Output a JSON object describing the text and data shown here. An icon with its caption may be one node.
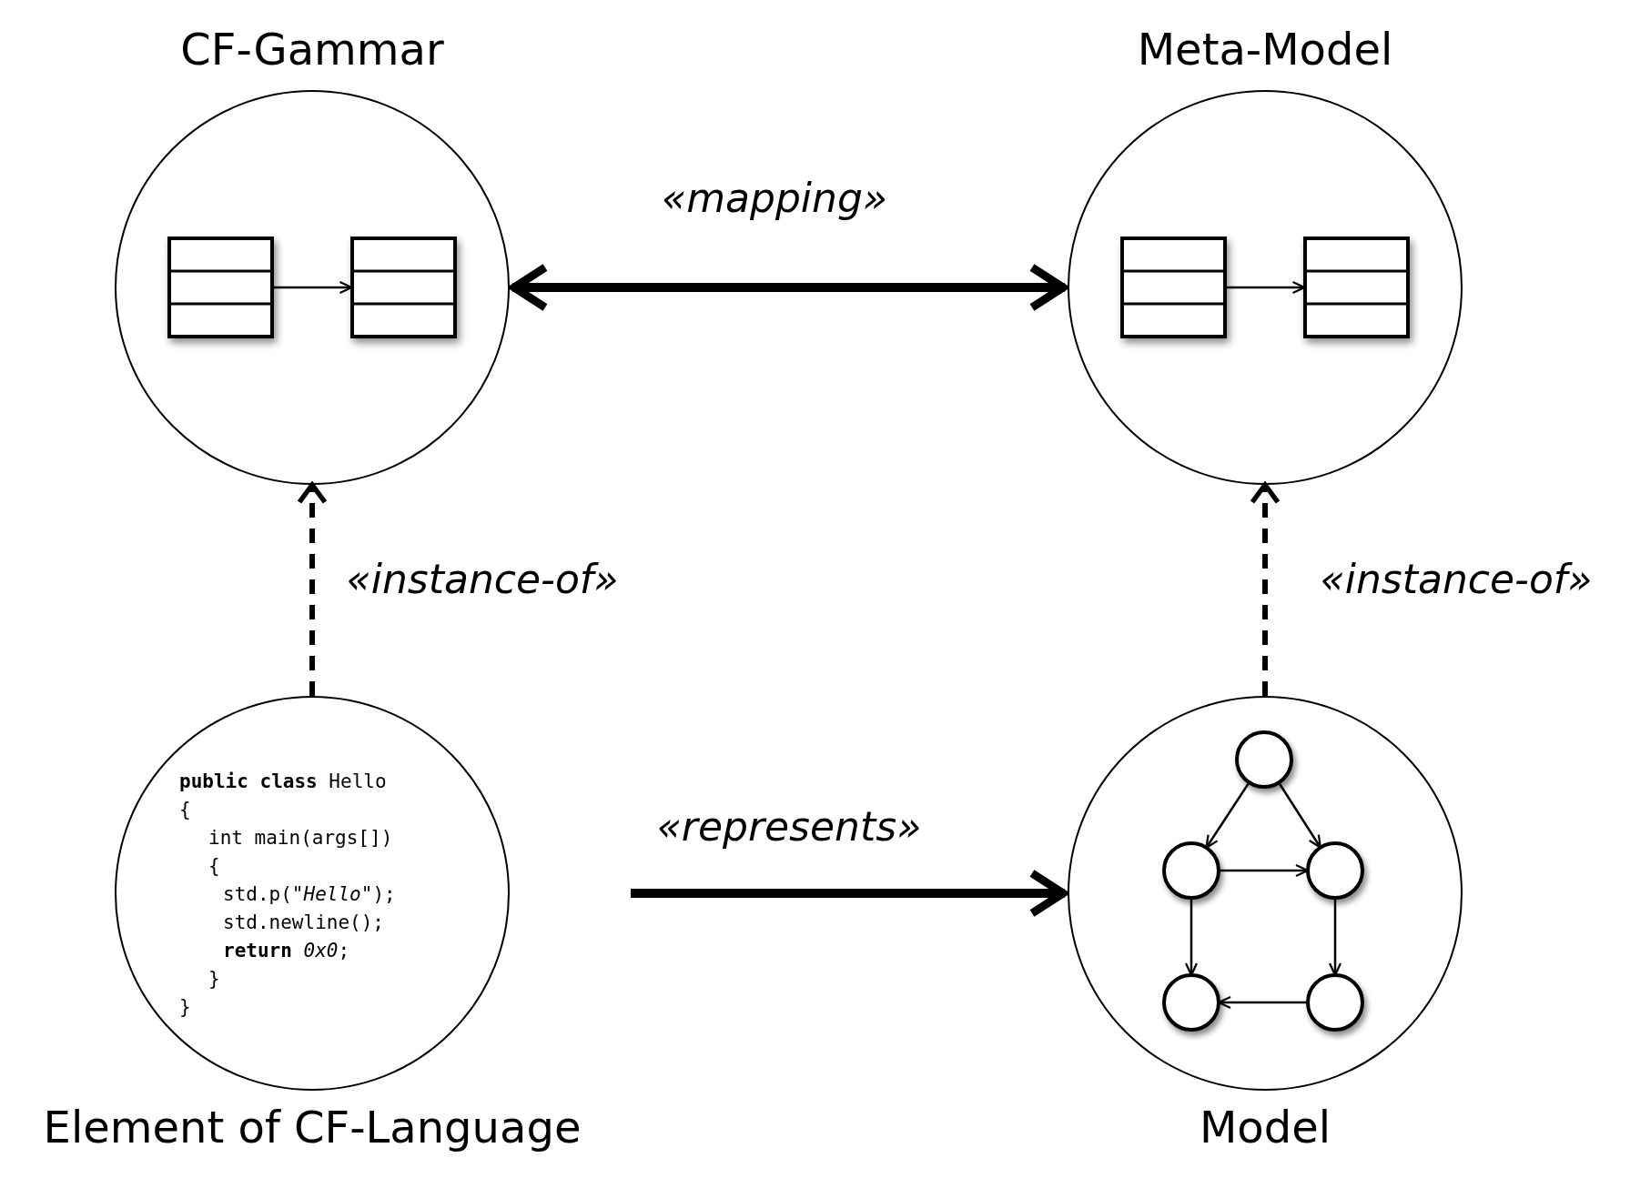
{
  "diagram": {
    "nodes": [
      {
        "text": [
          "CF-Gammar"
        ]
      },
      {
        "text": [],
        "shape": "box",
        "in": 0
      },
      {
        "text": [],
        "shape": "box",
        "in": 0
      },
      {
        "text": [
          "Meta-Model"
        ]
      },
      {
        "text": [],
        "shape": "box",
        "in": 3
      },
      {
        "text": [],
        "shape": "box",
        "in": 3
      },
      {
        "text": [
          "**public class** Hello",
          "{",
          "int main(args[])",
          "{",
          "std.p(*\"Hello\"*);",
          "std.newline();",
          "**return** *0x0*;",
          "}",
          "}",
          "Element of CF-Language"
        ]
      },
      {
        "text": [
          "Model"
        ]
      },
      {
        "text": [],
        "shape": "circle",
        "in": 7
      },
      {
        "text": [],
        "shape": "circle",
        "in": 7
      },
      {
        "text": [],
        "shape": "circle",
        "in": 7
      },
      {
        "text": [],
        "shape": "circle",
        "in": 7
      },
      {
        "text": [],
        "shape": "circle",
        "in": 7
      }
    ],
    "edges": [
      {
        "from": 1,
        "to": 2,
        "arrow": "to"
      },
      {
        "from": 4,
        "to": 5,
        "arrow": "to"
      },
      {
        "from": 0,
        "to": 3,
        "arrow": "both",
        "style": "thick",
        "label": "«mapping»"
      },
      {
        "from": 6,
        "to": 0,
        "arrow": "to",
        "style": "dashed",
        "label": "«instance-of»"
      },
      {
        "from": 7,
        "to": 3,
        "arrow": "to",
        "style": "dashed",
        "label": "«instance-of»"
      },
      {
        "from": 6,
        "to": 7,
        "arrow": "to",
        "style": "thick",
        "label": "«represents»"
      },
      {
        "from": 8,
        "to": 9,
        "arrow": "to"
      },
      {
        "from": 8,
        "to": 10,
        "arrow": "to"
      },
      {
        "from": 9,
        "to": 10,
        "arrow": "to"
      },
      {
        "from": 9,
        "to": 11,
        "arrow": "to"
      },
      {
        "from": 10,
        "to": 12,
        "arrow": "to"
      },
      {
        "from": 12,
        "to": 11,
        "arrow": "to"
      }
    ]
  }
}
